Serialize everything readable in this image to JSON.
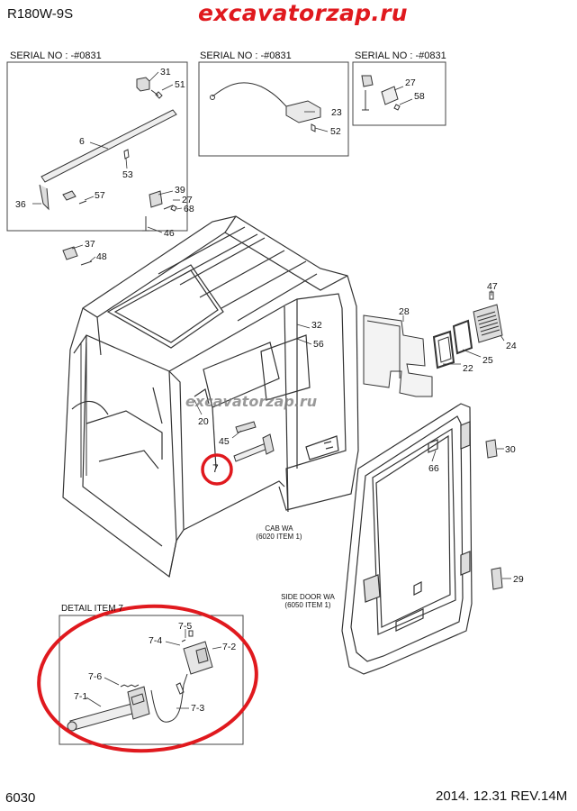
{
  "header": {
    "model": "R180W-9S",
    "brand": "excavatorzap.ru",
    "watermark": "excavatorzap.ru"
  },
  "footer": {
    "page": "6030",
    "revision": "2014. 12.31  REV.14M"
  },
  "insets": [
    {
      "serial": "SERIAL NO : -#0831"
    },
    {
      "serial": "SERIAL NO : -#0831"
    },
    {
      "serial": "SERIAL NO : -#0831"
    }
  ],
  "detail": {
    "title": "DETAIL ITEM 7"
  },
  "notes": {
    "cab_line1": "CAB WA",
    "cab_line2": "(6020 ITEM 1)",
    "door_line1": "SIDE DOOR WA",
    "door_line2": "(6050 ITEM 1)"
  },
  "callouts": {
    "c31": "31",
    "c51": "51",
    "c6": "6",
    "c53": "53",
    "c36": "36",
    "c57": "57",
    "c23": "23",
    "c52": "52",
    "c27a": "27",
    "c58": "58",
    "c39": "39",
    "c27b": "27",
    "c68": "68",
    "c46": "46",
    "c37": "37",
    "c48": "48",
    "c47": "47",
    "c28": "28",
    "c24": "24",
    "c25": "25",
    "c22": "22",
    "c32": "32",
    "c56": "56",
    "c20": "20",
    "c45": "45",
    "c7": "7",
    "c30": "30",
    "c66": "66",
    "c29": "29",
    "d75": "7-5",
    "d74": "7-4",
    "d72": "7-2",
    "d76": "7-6",
    "d71": "7-1",
    "d73": "7-3"
  },
  "colors": {
    "brand": "#e0191e",
    "highlight": "#e0191e",
    "line": "#333333"
  }
}
